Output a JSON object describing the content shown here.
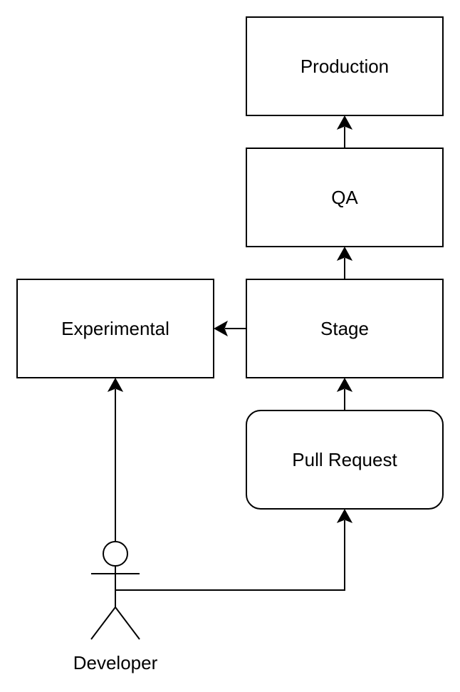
{
  "diagram": {
    "nodes": {
      "production": {
        "label": "Production",
        "shape": "rectangle"
      },
      "qa": {
        "label": "QA",
        "shape": "rectangle"
      },
      "stage": {
        "label": "Stage",
        "shape": "rectangle"
      },
      "experimental": {
        "label": "Experimental",
        "shape": "rectangle"
      },
      "pull_request": {
        "label": "Pull Request",
        "shape": "rounded-rectangle"
      },
      "developer": {
        "label": "Developer",
        "shape": "actor"
      }
    },
    "edges": [
      {
        "from": "developer",
        "to": "experimental"
      },
      {
        "from": "developer",
        "to": "pull_request"
      },
      {
        "from": "pull_request",
        "to": "stage"
      },
      {
        "from": "stage",
        "to": "experimental"
      },
      {
        "from": "stage",
        "to": "qa"
      },
      {
        "from": "qa",
        "to": "production"
      }
    ],
    "colors": {
      "stroke": "#000000",
      "fill": "#ffffff",
      "text": "#000000"
    }
  }
}
